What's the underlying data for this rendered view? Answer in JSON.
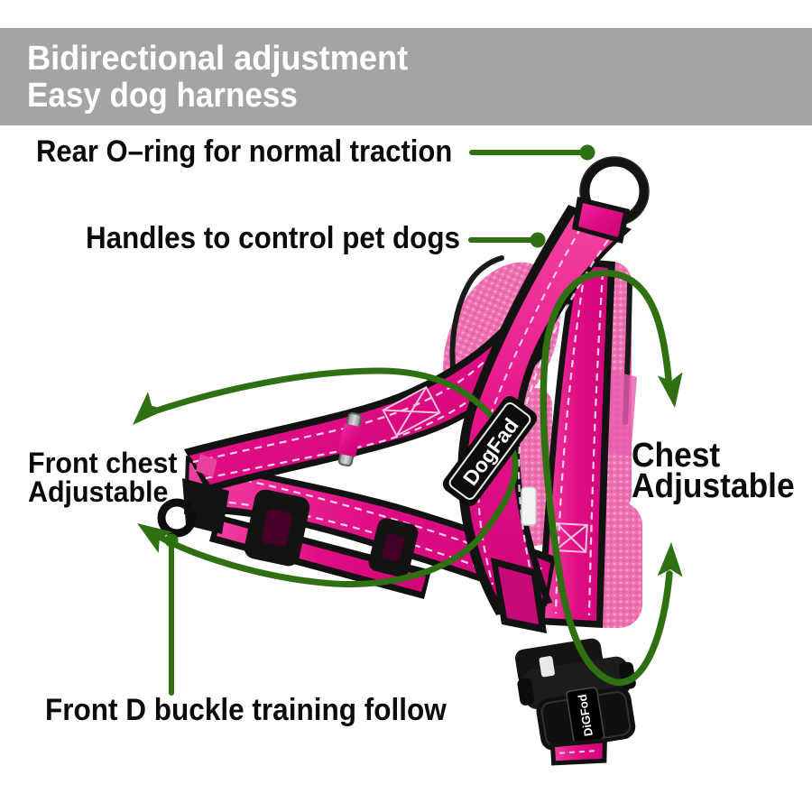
{
  "banner": {
    "line1": "Bidirectional adjustment",
    "line2": "Easy dog harness",
    "background": "#a4a4a4",
    "text_color": "#ffffff"
  },
  "annotations": {
    "rear_oring": "Rear O–ring for normal traction",
    "handles": "Handles to control pet dogs",
    "front_chest_line1": "Front chest",
    "front_chest_line2": "Adjustable",
    "chest_line1": "Chest",
    "chest_line2": "Adjustable",
    "front_d_buckle": "Front D buckle training follow"
  },
  "product": {
    "brand_label": "DogFad",
    "buckle_label": "DiGFod"
  },
  "colors": {
    "arrow_green": "#2e7012",
    "strap_pink": "#e00d84",
    "strap_pink_light": "#f464ae",
    "mesh_pink": "#f07ab8",
    "hardware_black": "#151515",
    "text_black": "#0b0b0b"
  }
}
